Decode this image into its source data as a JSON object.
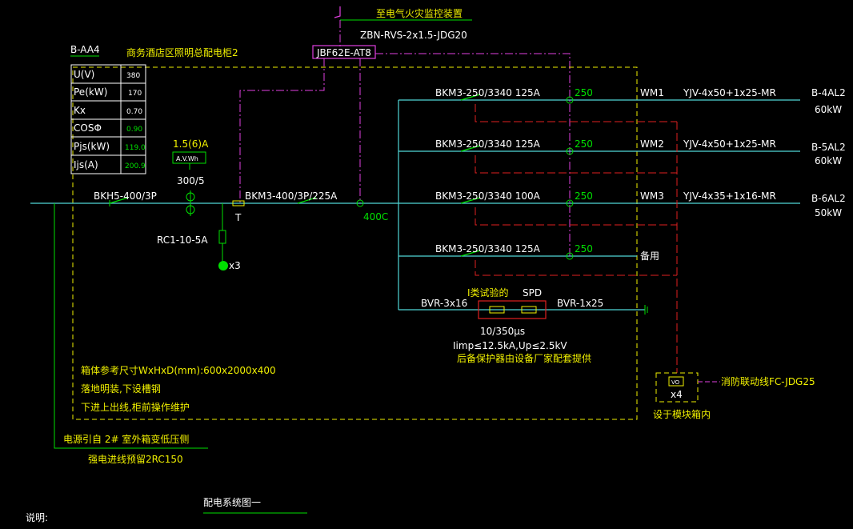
{
  "colors": {
    "bg": "#000000",
    "cyan": "#4fd6d6",
    "green": "#00e000",
    "yellow": "#f0f000",
    "magenta": "#e040e0",
    "red": "#e02020",
    "white": "#ffffff"
  },
  "top": {
    "fire_label": "至电气火灾监控装置",
    "cable": "ZBN-RVS-2x1.5-JDG20",
    "jbf": "JBF62E-AT8"
  },
  "panel": {
    "id": "B-AA4",
    "title": "商务酒店区照明总配电柜2"
  },
  "params": [
    {
      "k": "U(V)",
      "v": "380"
    },
    {
      "k": "Pe(kW)",
      "v": "170"
    },
    {
      "k": "Kx",
      "v": "0.70"
    },
    {
      "k": "COSΦ",
      "v": "0.90"
    },
    {
      "k": "Pjs(kW)",
      "v": "119.0"
    },
    {
      "k": "Ijs(A)",
      "v": "200.9"
    }
  ],
  "meter": {
    "rating": "1.5(6)A",
    "label": "A.V.Wh",
    "ct": "300/5"
  },
  "main": {
    "breaker_in": "BKH5-400/3P",
    "rc": "RC1-10-5A",
    "x3": "x3",
    "t": "T",
    "breaker": "BKM3-400/3P/225A",
    "v400": "400C"
  },
  "branches": [
    {
      "breaker": "BKM3-250/3340 125A",
      "n": "250",
      "wm": "WM1",
      "cable": "YJV-4x50+1x25-MR",
      "dest": "B-4AL2",
      "kw": "60kW"
    },
    {
      "breaker": "BKM3-250/3340 125A",
      "n": "250",
      "wm": "WM2",
      "cable": "YJV-4x50+1x25-MR",
      "dest": "B-5AL2",
      "kw": "60kW"
    },
    {
      "breaker": "BKM3-250/3340 100A",
      "n": "250",
      "wm": "WM3",
      "cable": "YJV-4x35+1x16-MR",
      "dest": "B-6AL2",
      "kw": "50kW"
    },
    {
      "breaker": "BKM3-250/3340 125A",
      "n": "250",
      "wm": "备用",
      "cable": "",
      "dest": "",
      "kw": ""
    }
  ],
  "spd": {
    "class": "I类试验的",
    "name": "SPD",
    "left": "BVR-3x16",
    "right": "BVR-1x25",
    "wave": "10/350μs",
    "spec": "Iimp≤12.5kA,Up≤2.5kV",
    "note": "后备保护器由设备厂家配套提供"
  },
  "module": {
    "vo": "VO",
    "x4": "x4",
    "note": "设于模块箱内",
    "link": "消防联动线FC-JDG25"
  },
  "notes": {
    "size": "箱体参考尺寸WxHxD(mm):600x2000x400",
    "install": "落地明装,下设槽钢",
    "wiring": "下进上出线,柜前操作维护"
  },
  "source": {
    "line1": "电源引自    2# 室外箱变低压侧",
    "line2": "强电进线预留2RC150"
  },
  "footer": {
    "title": "配电系统图一",
    "note": "说明:"
  }
}
